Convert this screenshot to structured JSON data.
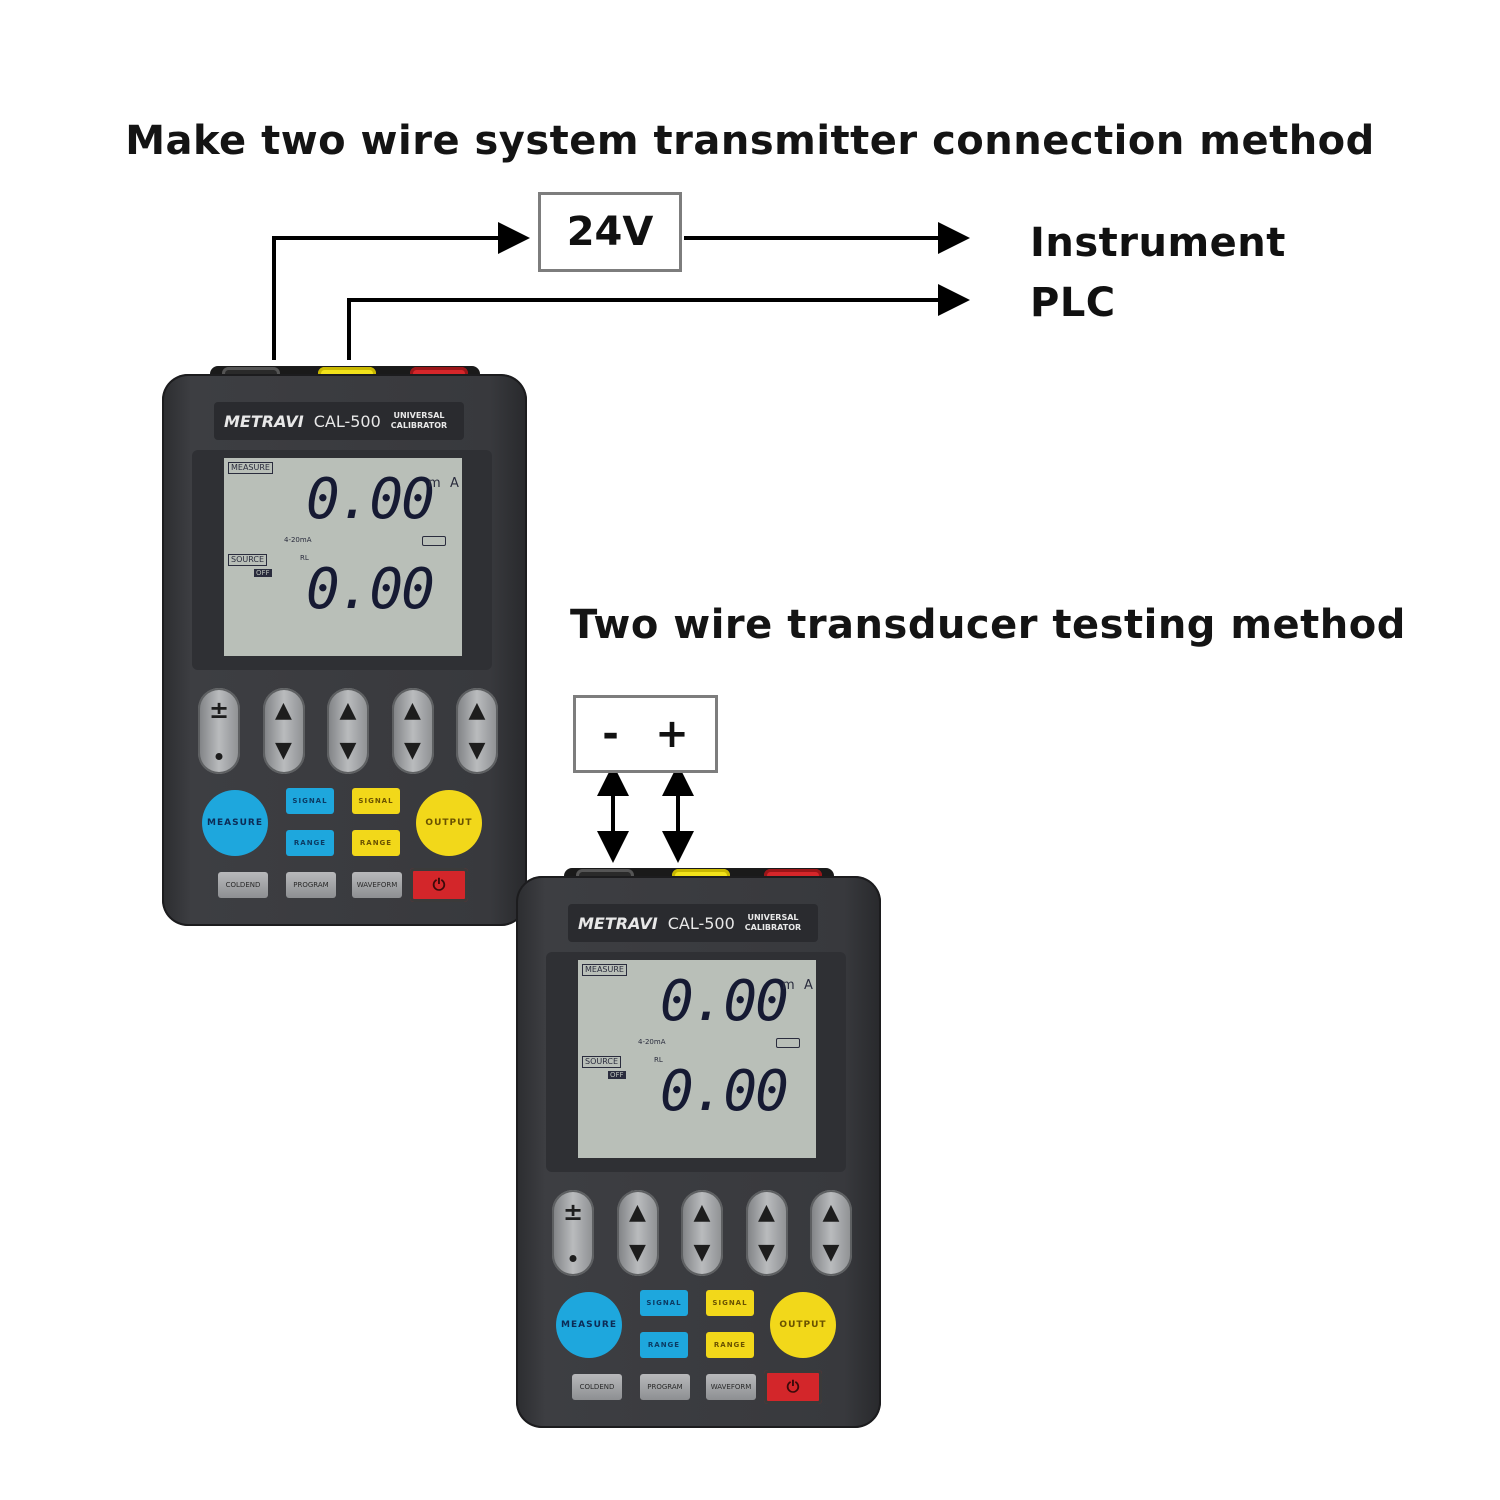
{
  "heading_top": "Make two wire system transmitter connection method",
  "heading_bottom": "Two wire transducer testing method",
  "supply_box": "24V",
  "polarity_box": {
    "minus": "-",
    "plus": "+"
  },
  "destinations": [
    "Instrument",
    "PLC"
  ],
  "colors": {
    "case": "#38393d",
    "lcd": "#b9bfb8",
    "measure_button": "#1ea7dd",
    "output_button": "#f2d81a",
    "power_button": "#d3262a",
    "wire": "#000000",
    "box_border": "#7d7d7d"
  },
  "devices": [
    {
      "brand": "METRAVI",
      "model": "CAL-500",
      "subtitle_line1": "UNIVERSAL",
      "subtitle_line2": "CALIBRATOR",
      "lcd": {
        "mode_top": "MEASURE",
        "reading_top": "0.00",
        "unit_m": "m",
        "unit_a": "A",
        "range_label": "4-20mA",
        "mode_bottom": "SOURCE",
        "state": "OFF",
        "rl_label": "RL",
        "reading_bottom": "0.00"
      },
      "buttons": {
        "plusminus": "±",
        "measure": "MEASURE",
        "output": "OUTPUT",
        "signal_blue": "SIGNAL",
        "signal_yellow": "SIGNAL",
        "range_blue": "RANGE",
        "range_yellow": "RANGE",
        "coldend": "COLDEND",
        "program": "PROGRAM",
        "waveform": "WAVEFORM",
        "power": "⏻"
      }
    },
    {
      "brand": "METRAVI",
      "model": "CAL-500",
      "subtitle_line1": "UNIVERSAL",
      "subtitle_line2": "CALIBRATOR",
      "lcd": {
        "mode_top": "MEASURE",
        "reading_top": "0.00",
        "unit_m": "m",
        "unit_a": "A",
        "range_label": "4-20mA",
        "mode_bottom": "SOURCE",
        "state": "OFF",
        "rl_label": "RL",
        "reading_bottom": "0.00"
      },
      "buttons": {
        "plusminus": "±",
        "measure": "MEASURE",
        "output": "OUTPUT",
        "signal_blue": "SIGNAL",
        "signal_yellow": "SIGNAL",
        "range_blue": "RANGE",
        "range_yellow": "RANGE",
        "coldend": "COLDEND",
        "program": "PROGRAM",
        "waveform": "WAVEFORM",
        "power": "⏻"
      }
    }
  ]
}
